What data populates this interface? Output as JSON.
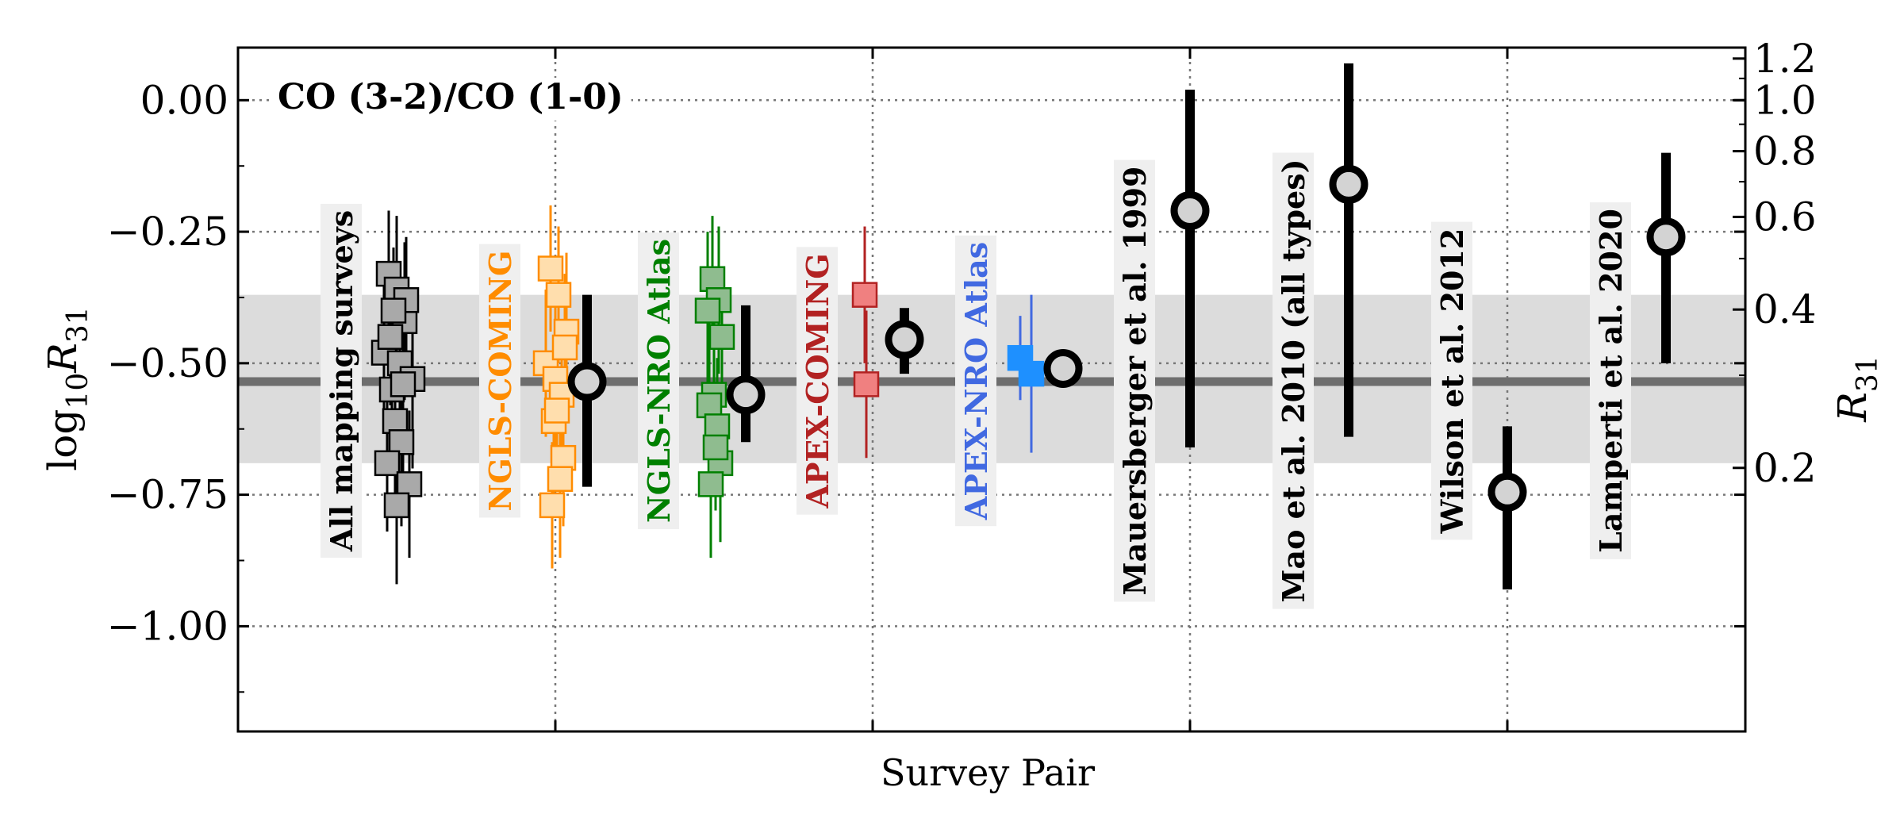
{
  "chart_data": {
    "type": "scatter",
    "title": "CO (3-2)/CO (1-0)",
    "xlabel": "Survey Pair",
    "ylabel": "log10 R31",
    "ylabel_main": "log",
    "ylabel_sub": "10",
    "ylabel_var": "R",
    "ylabel_var_sub": "31",
    "ylabel_right": "R",
    "ylabel_right_sub": "31",
    "ylim": [
      -1.2,
      0.1
    ],
    "xlim": [
      0,
      9.5
    ],
    "grid": true,
    "y_ticks": [
      0.0,
      -0.25,
      -0.5,
      -0.75,
      -1.0
    ],
    "y_tick_labels": [
      "0.00",
      "−0.25",
      "−0.50",
      "−0.75",
      "−1.00"
    ],
    "y_right_ticks": [
      1.2,
      1.0,
      0.8,
      0.6,
      0.4,
      0.2
    ],
    "y_right_tick_labels": [
      "1.2",
      "1.0",
      "0.8",
      "0.6",
      "0.4",
      "0.2"
    ],
    "x_grid_positions": [
      2,
      4,
      6,
      8
    ],
    "reference_line": -0.535,
    "reference_band": [
      -0.69,
      -0.37
    ],
    "mapping_surveys": [
      {
        "name": "All mapping surveys",
        "color": "#000000",
        "face": "#a9a9a9",
        "edge": "#000000",
        "marker_x": [
          0.95,
          1.0,
          1.05,
          0.92,
          1.02,
          1.1,
          0.97,
          1.06,
          0.99,
          1.03,
          0.94,
          1.08,
          1.0,
          1.04,
          0.96,
          0.98
        ],
        "values": [
          -0.33,
          -0.36,
          -0.42,
          -0.48,
          -0.5,
          -0.53,
          -0.55,
          -0.38,
          -0.61,
          -0.65,
          -0.69,
          -0.73,
          -0.77,
          -0.54,
          -0.45,
          -0.4
        ],
        "errors": [
          0.12,
          0.14,
          0.15,
          0.13,
          0.16,
          0.17,
          0.14,
          0.12,
          0.15,
          0.16,
          0.13,
          0.14,
          0.15,
          0.18,
          0.13,
          0.12
        ],
        "label_x": 0.65,
        "mean": null
      },
      {
        "name": "NGLS-COMING",
        "color": "#ff8c00",
        "face": "#ffdead",
        "edge": "#ff8c00",
        "marker_x": [
          1.97,
          2.02,
          2.07,
          1.94,
          2.0,
          2.04,
          1.99,
          2.05,
          2.03,
          1.98,
          2.06,
          2.01
        ],
        "values": [
          -0.32,
          -0.37,
          -0.44,
          -0.5,
          -0.53,
          -0.56,
          -0.61,
          -0.68,
          -0.72,
          -0.77,
          -0.47,
          -0.59
        ],
        "errors": [
          0.12,
          0.13,
          0.15,
          0.14,
          0.16,
          0.12,
          0.14,
          0.13,
          0.15,
          0.12,
          0.14,
          0.13
        ],
        "label_x": 1.65,
        "mean": {
          "x": 2.2,
          "y": -0.535,
          "lo": -0.735,
          "hi": -0.37
        }
      },
      {
        "name": "NGLS-NRO Atlas",
        "color": "#008000",
        "face": "#8fbc8f",
        "edge": "#008000",
        "marker_x": [
          2.99,
          3.03,
          2.96,
          3.05,
          3.0,
          2.97,
          3.02,
          3.04,
          2.98,
          3.01
        ],
        "values": [
          -0.34,
          -0.38,
          -0.4,
          -0.45,
          -0.56,
          -0.58,
          -0.62,
          -0.69,
          -0.73,
          -0.66
        ],
        "errors": [
          0.12,
          0.14,
          0.15,
          0.13,
          0.14,
          0.16,
          0.13,
          0.15,
          0.14,
          0.12
        ],
        "label_x": 2.65,
        "mean": {
          "x": 3.2,
          "y": -0.56,
          "lo": -0.65,
          "hi": -0.39
        }
      },
      {
        "name": "APEX-COMING",
        "color": "#b22222",
        "face": "#f08080",
        "edge": "#b22222",
        "marker_x": [
          3.95,
          3.96
        ],
        "values": [
          -0.37,
          -0.54
        ],
        "errors": [
          0.13,
          0.14
        ],
        "label_x": 3.65,
        "mean": {
          "x": 4.2,
          "y": -0.455,
          "lo": -0.52,
          "hi": -0.395
        }
      },
      {
        "name": "APEX-NRO Atlas",
        "color": "#4169e1",
        "face": "#1e90ff",
        "edge": "#1e90ff",
        "marker_x": [
          4.93,
          5.0
        ],
        "values": [
          -0.49,
          -0.52
        ],
        "errors": [
          0.08,
          0.15
        ],
        "label_x": 4.65,
        "mean": {
          "x": 5.2,
          "y": -0.51,
          "lo": -0.51,
          "hi": -0.51
        }
      }
    ],
    "literature": [
      {
        "name": "Mauersberger et al. 1999",
        "x": 6.0,
        "y": -0.21,
        "lo": -0.66,
        "hi": 0.02,
        "label_x": 5.65
      },
      {
        "name": "Mao et al. 2010 (all types)",
        "x": 7.0,
        "y": -0.16,
        "lo": -0.64,
        "hi": 0.07,
        "label_x": 6.65
      },
      {
        "name": "Wilson et al. 2012",
        "x": 8.0,
        "y": -0.745,
        "lo": -0.93,
        "hi": -0.62,
        "label_x": 7.65
      },
      {
        "name": "Lamperti et al. 2020",
        "x": 9.0,
        "y": -0.26,
        "lo": -0.5,
        "hi": -0.1,
        "label_x": 8.65
      }
    ]
  }
}
